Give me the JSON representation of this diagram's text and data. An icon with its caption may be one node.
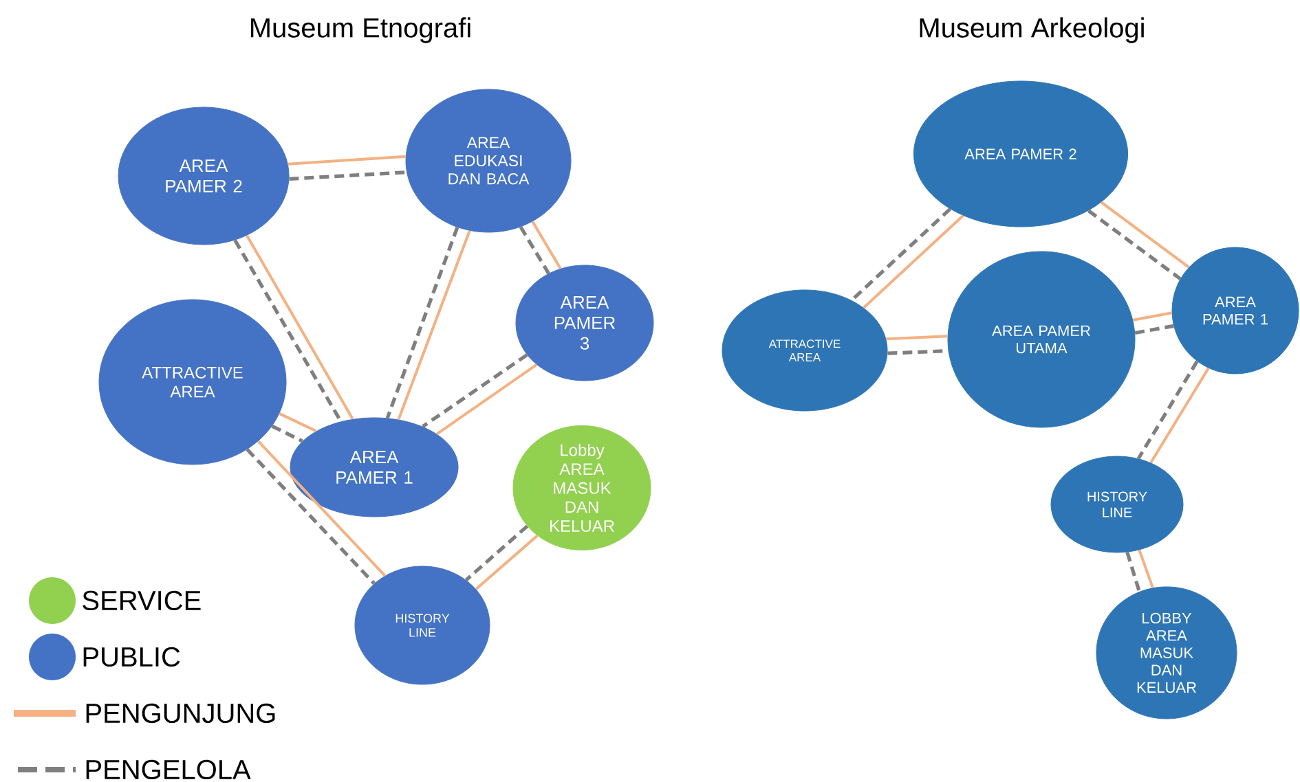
{
  "diagram": {
    "nodes": [
      {
        "text": [
          "AREA PAMER 2"
        ]
      },
      {
        "text": [
          "AREA EDUKASI DAN BACA"
        ]
      },
      {
        "text": [
          "AREA PAMER 3"
        ]
      },
      {
        "text": [
          "ATTRACTIVE AREA"
        ]
      },
      {
        "text": [
          "AREA PAMER 1"
        ]
      },
      {
        "text": [
          "Lobby AREA MASUK DAN KELUAR"
        ]
      },
      {
        "text": [
          "HISTORY LINE"
        ]
      },
      {
        "text": [
          "AREA PAMER 2"
        ]
      },
      {
        "text": [
          "ATTRACTIVE AREA"
        ]
      },
      {
        "text": [
          "AREA PAMER UTAMA"
        ]
      },
      {
        "text": [
          "AREA PAMER 1"
        ]
      },
      {
        "text": [
          "HISTORY LINE"
        ]
      },
      {
        "text": [
          "LOBBY AREA MASUK DAN KELUAR"
        ]
      }
    ],
    "edges": [
      {
        "from": 0,
        "to": 1,
        "arrow": "none",
        "color": "#f4b183"
      },
      {
        "from": 0,
        "to": 1,
        "arrow": "none",
        "style": "dashed",
        "color": "#7f7f7f"
      },
      {
        "from": 0,
        "to": 4,
        "arrow": "none",
        "color": "#f4b183"
      },
      {
        "from": 0,
        "to": 4,
        "arrow": "none",
        "style": "dashed",
        "color": "#7f7f7f"
      },
      {
        "from": 1,
        "to": 4,
        "arrow": "none",
        "color": "#f4b183"
      },
      {
        "from": 1,
        "to": 4,
        "arrow": "none",
        "style": "dashed",
        "color": "#7f7f7f"
      },
      {
        "from": 1,
        "to": 2,
        "arrow": "none",
        "color": "#f4b183"
      },
      {
        "from": 1,
        "to": 2,
        "arrow": "none",
        "style": "dashed",
        "color": "#7f7f7f"
      },
      {
        "from": 2,
        "to": 4,
        "arrow": "none",
        "color": "#f4b183"
      },
      {
        "from": 2,
        "to": 4,
        "arrow": "none",
        "style": "dashed",
        "color": "#7f7f7f"
      },
      {
        "from": 3,
        "to": 4,
        "arrow": "none",
        "color": "#f4b183"
      },
      {
        "from": 3,
        "to": 4,
        "arrow": "none",
        "style": "dashed",
        "color": "#7f7f7f"
      },
      {
        "from": 3,
        "to": 6,
        "arrow": "none",
        "color": "#f4b183"
      },
      {
        "from": 3,
        "to": 6,
        "arrow": "none",
        "style": "dashed",
        "color": "#7f7f7f"
      },
      {
        "from": 5,
        "to": 6,
        "arrow": "none",
        "color": "#f4b183"
      },
      {
        "from": 5,
        "to": 6,
        "arrow": "none",
        "style": "dashed",
        "color": "#7f7f7f"
      },
      {
        "from": 7,
        "to": 8,
        "arrow": "none",
        "color": "#f4b183"
      },
      {
        "from": 7,
        "to": 8,
        "arrow": "none",
        "style": "dashed",
        "color": "#7f7f7f"
      },
      {
        "from": 7,
        "to": 10,
        "arrow": "none",
        "color": "#f4b183"
      },
      {
        "from": 7,
        "to": 10,
        "arrow": "none",
        "style": "dashed",
        "color": "#7f7f7f"
      },
      {
        "from": 8,
        "to": 9,
        "arrow": "none",
        "color": "#f4b183"
      },
      {
        "from": 8,
        "to": 9,
        "arrow": "none",
        "style": "dashed",
        "color": "#7f7f7f"
      },
      {
        "from": 9,
        "to": 10,
        "arrow": "none",
        "color": "#f4b183"
      },
      {
        "from": 9,
        "to": 10,
        "arrow": "none",
        "style": "dashed",
        "color": "#7f7f7f"
      },
      {
        "from": 10,
        "to": 11,
        "arrow": "none",
        "color": "#f4b183"
      },
      {
        "from": 10,
        "to": 11,
        "arrow": "none",
        "style": "dashed",
        "color": "#7f7f7f"
      },
      {
        "from": 11,
        "to": 12,
        "arrow": "none",
        "color": "#f4b183"
      },
      {
        "from": 11,
        "to": 12,
        "arrow": "none",
        "style": "dashed",
        "color": "#7f7f7f"
      }
    ],
    "labels": [
      "Museum Etnografi",
      "Museum Arkeologi"
    ],
    "legend": [
      {
        "text": "SERVICE",
        "color": "#92d050"
      },
      {
        "text": "PUBLIC",
        "color": "#4472c4"
      },
      {
        "text": "PENGUNJUNG"
      },
      {
        "text": "PENGELOLA"
      }
    ]
  }
}
